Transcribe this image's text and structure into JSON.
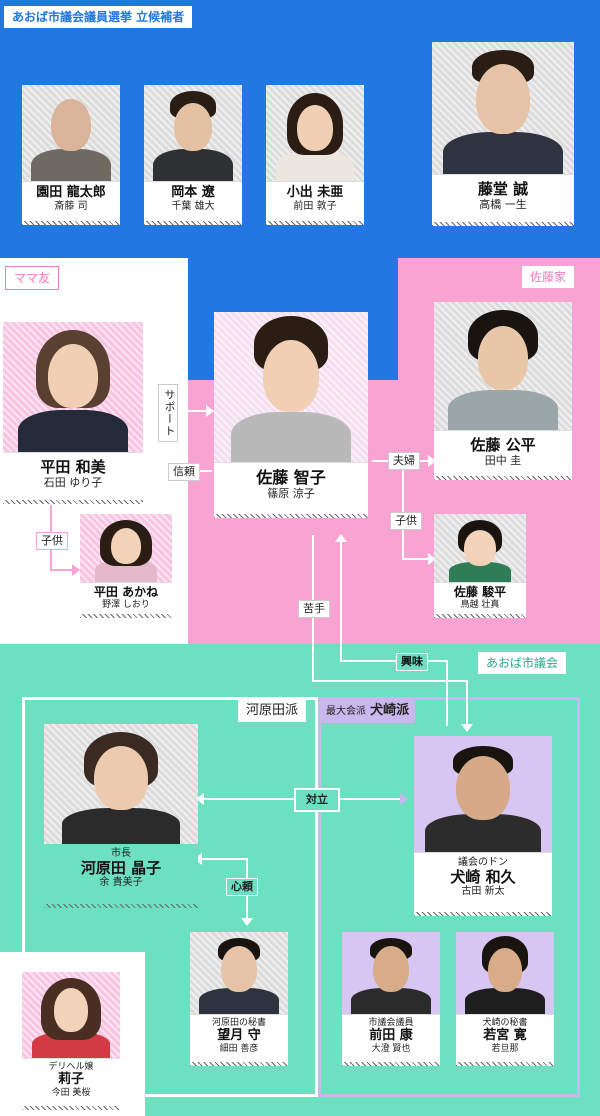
{
  "colors": {
    "blue": "#2278e0",
    "pink": "#f9a3d3",
    "teal": "#6ee0c2",
    "lavender": "#cbb7ef",
    "lavender_line": "#c9b8ee",
    "pink_label": "#ee7fbd",
    "teal_label": "#2aa98a"
  },
  "sections": {
    "candidates": "あおば市議会議員選挙 立候補者",
    "mama": "ママ友",
    "sato": "佐藤家",
    "council": "あおば市議会",
    "kawarada": "河原田派",
    "inuzaki_prefix": "最大会派",
    "inuzaki": "犬崎派"
  },
  "people": {
    "sonoda": {
      "name": "園田 龍太郎",
      "actor": "斎藤 司"
    },
    "okamoto": {
      "name": "岡本 遼",
      "actor": "千葉 雄大"
    },
    "koide": {
      "name": "小出 未亜",
      "actor": "前田 敦子"
    },
    "fujido": {
      "name": "藤堂 誠",
      "actor": "高橋 一生"
    },
    "hirata_k": {
      "name": "平田 和美",
      "actor": "石田 ゆり子"
    },
    "hirata_a": {
      "name": "平田 あかね",
      "actor": "野澤 しおり"
    },
    "sato_t": {
      "name": "佐藤 智子",
      "actor": "篠原 涼子"
    },
    "sato_k": {
      "name": "佐藤 公平",
      "actor": "田中 圭"
    },
    "sato_s": {
      "name": "佐藤 駿平",
      "actor": "鳥越 壮真"
    },
    "kawarada": {
      "role": "市長",
      "name": "河原田 晶子",
      "actor": "余 貴美子"
    },
    "inuzaki": {
      "role": "議会のドン",
      "name": "犬崎 和久",
      "actor": "古田 新太"
    },
    "mochizuki": {
      "role": "河原田の秘書",
      "name": "望月 守",
      "actor": "細田 善彦"
    },
    "maeda": {
      "role": "市議会議員",
      "name": "前田 康",
      "actor": "大澄 賢也"
    },
    "wakamiya": {
      "role": "犬崎の秘書",
      "name": "若宮 寛",
      "actor": "若旦那"
    },
    "riko": {
      "role": "デリヘル嬢",
      "name": "莉子",
      "actor": "今田 美桜"
    }
  },
  "relations": {
    "support": "サポート",
    "trust": "信頼",
    "couple": "夫婦",
    "child1": "子供",
    "child2": "子供",
    "weak": "苦手",
    "interest": "興味",
    "opposed": "対立",
    "confidant": "心頼"
  }
}
